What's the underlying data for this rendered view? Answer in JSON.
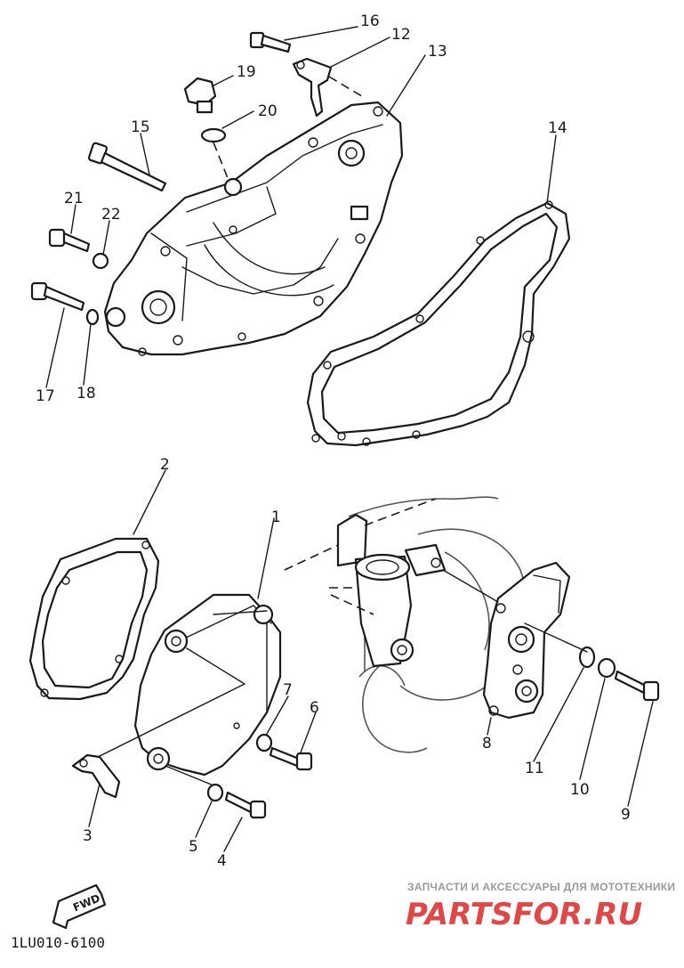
{
  "diagram": {
    "code": "1LU010-6100",
    "fwd_label": "FWD",
    "watermark": {
      "top": "ЗАПЧАСТИ И АКСЕССУАРЫ ДЛЯ МОТОТЕХНИКИ",
      "brand": "PARTSFOR.RU"
    },
    "callouts": [
      "1",
      "2",
      "3",
      "4",
      "5",
      "6",
      "7",
      "8",
      "9",
      "10",
      "11",
      "12",
      "13",
      "14",
      "15",
      "16",
      "17",
      "18",
      "19",
      "20",
      "21",
      "22"
    ]
  }
}
